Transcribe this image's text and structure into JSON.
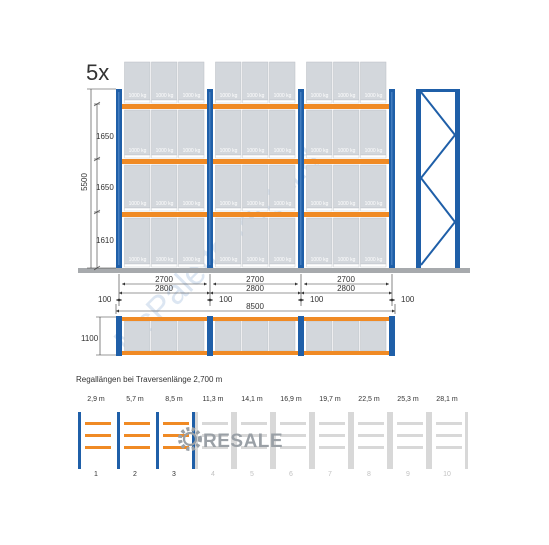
{
  "colors": {
    "upright": "#1f5fa8",
    "beam": "#f08a24",
    "pallet": "#d3d7dc",
    "palletEdge": "#b9bec4",
    "floor": "#a7aaad",
    "dim": "#333333",
    "ghost": "#d8d8d8",
    "watermark": "#dce6f2"
  },
  "main": {
    "multiplier": "5x",
    "pallet_label": "1000 kg",
    "dims": {
      "total_height": "5500",
      "level_1": "1650",
      "level_2": "1650",
      "level_3": "1610",
      "bay_inner": [
        "2700",
        "2700",
        "2700"
      ],
      "bay_outer": [
        "2800",
        "2800",
        "2800"
      ],
      "gap_left": "100",
      "gap_1": "100",
      "gap_2": "100",
      "gap_right": "100",
      "total_length": "8500",
      "depth": "1100"
    },
    "watermark": "McPalettenregal.de"
  },
  "lengths": {
    "title": "Regallängen bei Traversenlänge 2,700 m",
    "values": [
      "2,9 m",
      "5,7 m",
      "8,5 m",
      "11,3 m",
      "14,1 m",
      "16,9 m",
      "19,7 m",
      "22,5 m",
      "25,3 m",
      "28,1 m"
    ],
    "numbers": [
      "1",
      "2",
      "3",
      "4",
      "5",
      "6",
      "7",
      "8",
      "9",
      "10"
    ],
    "active_count": 3
  },
  "logo": {
    "text": "RESALE",
    "icon": "gear-icon"
  }
}
